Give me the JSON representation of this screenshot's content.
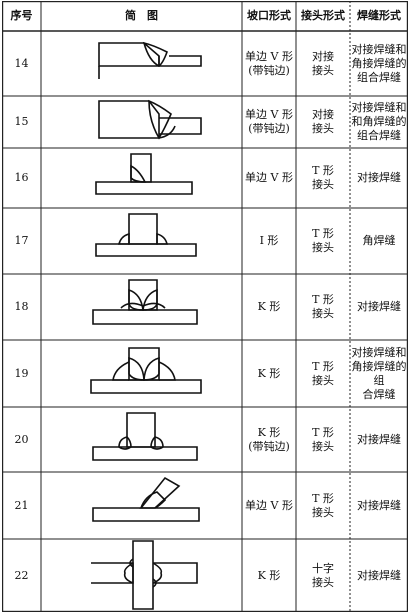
{
  "header": {
    "col_no": "序号",
    "col_sketch": "简　图",
    "col_groove": "坡口形式",
    "col_joint": "接头形式",
    "col_weld": "焊缝形式"
  },
  "rows": [
    {
      "no": "14",
      "groove": "单边 V 形\n(带钝边)",
      "joint": "对接\n接头",
      "weld": "对接焊缝和\n角接焊缝的\n组合焊缝",
      "sketch": "butt-single-v-blunt-icon"
    },
    {
      "no": "15",
      "groove": "单边 V 形\n(带钝边)",
      "joint": "对接\n接头",
      "weld": "对接焊缝和\n和角焊缝的\n组合焊缝",
      "sketch": "butt-single-v-blunt-fillet-icon"
    },
    {
      "no": "16",
      "groove": "单边 V 形",
      "joint": "T 形\n接头",
      "weld": "对接焊缝",
      "sketch": "t-joint-single-v-icon"
    },
    {
      "no": "17",
      "groove": "I 形",
      "joint": "T 形\n接头",
      "weld": "角焊缝",
      "sketch": "t-joint-fillet-icon"
    },
    {
      "no": "18",
      "groove": "K 形",
      "joint": "T 形\n接头",
      "weld": "对接焊缝",
      "sketch": "t-joint-k-groove-icon"
    },
    {
      "no": "19",
      "groove": "K 形",
      "joint": "T 形\n接头",
      "weld": "对接焊缝和\n角接焊缝的组\n合焊缝",
      "sketch": "t-joint-k-groove-fillet-icon"
    },
    {
      "no": "20",
      "groove": "K 形\n(带钝边)",
      "joint": "T 形\n接头",
      "weld": "对接焊缝",
      "sketch": "t-joint-k-blunt-icon"
    },
    {
      "no": "21",
      "groove": "单边 V 形",
      "joint": "T 形\n接头",
      "weld": "对接焊缝",
      "sketch": "t-joint-inclined-single-v-icon"
    },
    {
      "no": "22",
      "groove": "K 形",
      "joint": "十字\n接头",
      "weld": "对接焊缝",
      "sketch": "cross-joint-k-groove-icon"
    }
  ]
}
